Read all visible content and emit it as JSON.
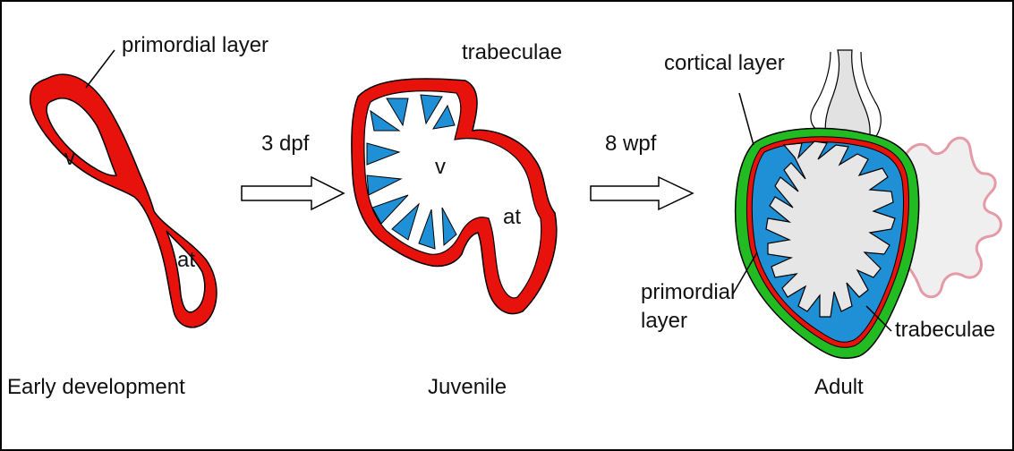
{
  "labels": {
    "early": {
      "primordial_layer": "primordial layer",
      "ventricle": "v",
      "atrium": "at",
      "caption": "Early development"
    },
    "transition_1": "3 dpf",
    "juvenile": {
      "trabeculae": "trabeculae",
      "ventricle": "v",
      "atrium": "at",
      "caption": "Juvenile"
    },
    "transition_2": "8 wpf",
    "adult": {
      "cortical_layer": "cortical layer",
      "primordial_line1": "primordial",
      "primordial_line2": "layer",
      "trabeculae": "trabeculae",
      "caption": "Adult"
    }
  },
  "colors": {
    "primordial": "#e8120c",
    "trabeculae": "#1f8fd6",
    "cortical": "#22bb22",
    "lumen": "#e6e6e6",
    "atrium_outline": "#e59aa8",
    "atrium_fill": "#efefef",
    "outflow": "#e2e2e2"
  }
}
